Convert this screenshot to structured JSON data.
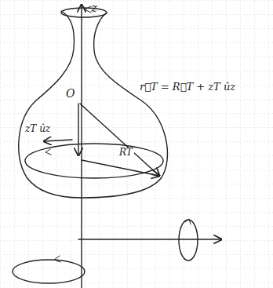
{
  "diagram": {
    "labels": [
      "z",
      "O",
      "r⃗T = R⃗T + zT ûz",
      "zT ûz",
      "RT"
    ]
  }
}
